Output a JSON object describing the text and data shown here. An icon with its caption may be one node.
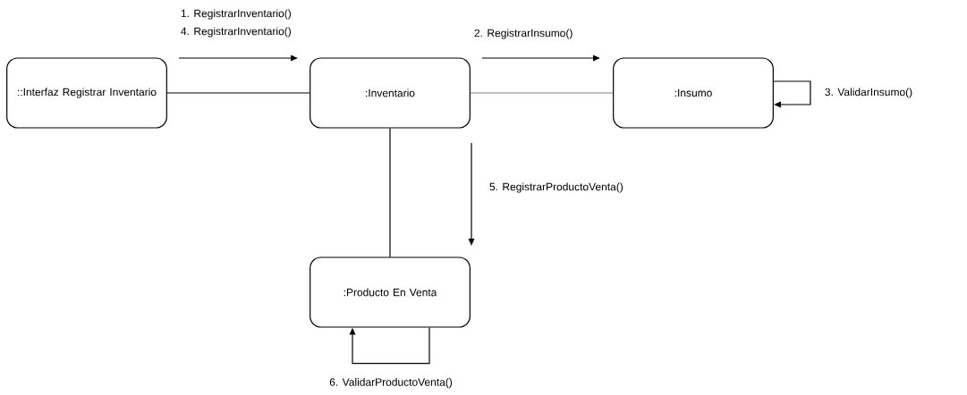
{
  "diagram": {
    "nodes": [
      {
        "text": [
          "::Interfaz Registrar Inventario"
        ]
      },
      {
        "text": [
          ":Inventario"
        ]
      },
      {
        "text": [
          ":Insumo"
        ]
      },
      {
        "text": [
          ":Producto En Venta"
        ]
      }
    ],
    "edges": [
      {
        "from": 0,
        "to": 1,
        "arrow": "none"
      },
      {
        "from": 1,
        "to": 2,
        "arrow": "none",
        "color": "#7f7f7f"
      },
      {
        "from": 1,
        "to": 3,
        "arrow": "none"
      },
      {
        "from": 2,
        "to": 2,
        "arrow": "to",
        "label": "3. ValidarInsumo()"
      },
      {
        "from": 3,
        "to": 3,
        "arrow": "to",
        "label": "6. ValidarProductoVenta()"
      }
    ],
    "labels": [
      "1. RegistrarInventario()",
      "4. RegistrarInventario()",
      "2. RegistrarInsumo()",
      "5. RegistrarProductoVenta()"
    ]
  }
}
